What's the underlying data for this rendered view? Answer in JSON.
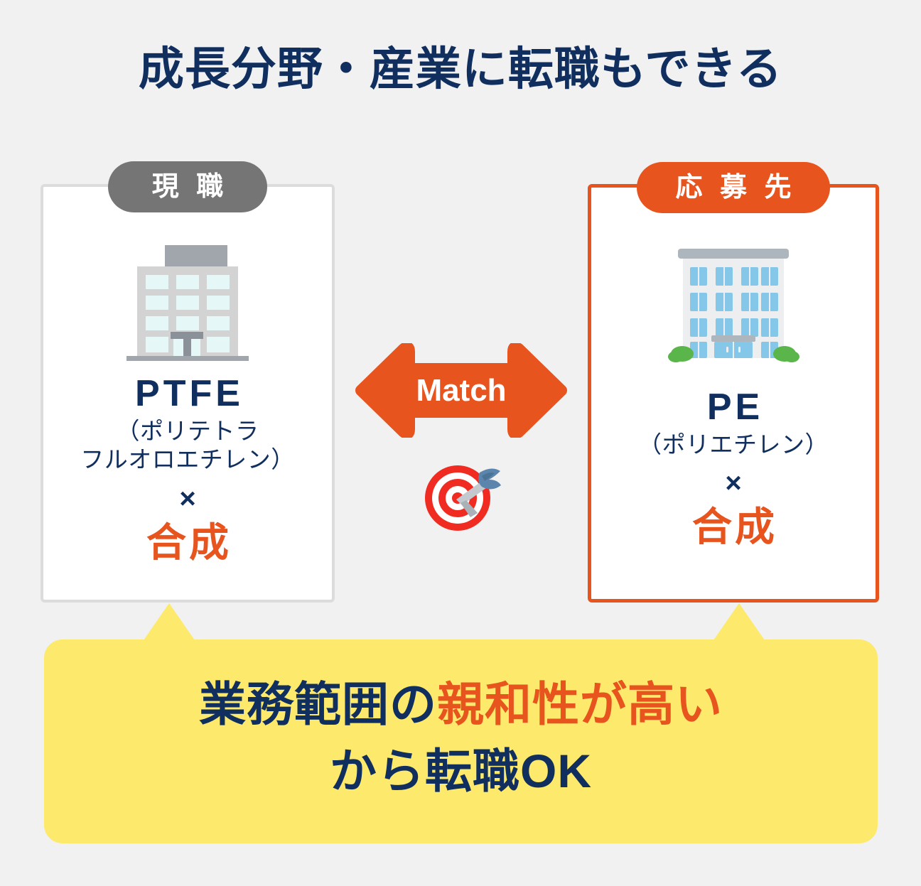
{
  "page": {
    "title": "成長分野・産業に転職もできる",
    "background_color": "#f1f1f1",
    "navy": "#102f5e",
    "orange": "#e8541e",
    "yellow": "#fde96b",
    "gray": "#757575"
  },
  "cards": {
    "current": {
      "badge": "現 職",
      "badge_color": "#757575",
      "border_color": "#dcdcdc",
      "icon": "office-building-gray-icon",
      "abbr": "PTFE",
      "full_name_line1": "（ポリテトラ",
      "full_name_line2": "フルオロエチレン）",
      "operator": "×",
      "process": "合成",
      "process_color": "#e8541e"
    },
    "target": {
      "badge": "応 募 先",
      "badge_color": "#e8541e",
      "border_color": "#e8541e",
      "icon": "office-building-blue-icon",
      "abbr": "PE",
      "full_name_line1": "（ポリエチレン）",
      "operator": "×",
      "process": "合成",
      "process_color": "#e8541e"
    }
  },
  "center": {
    "arrow_label": "Match",
    "arrow_color": "#e8541e",
    "arrow_icon": "double-headed-arrow-icon",
    "target_icon": "dart-target-icon"
  },
  "callout": {
    "line1_plain": "業務範囲の",
    "line1_highlight": "親和性が高い",
    "line2": "から転職OK",
    "background_color": "#fde96b",
    "text_color": "#102f5e",
    "highlight_color": "#e8541e"
  }
}
